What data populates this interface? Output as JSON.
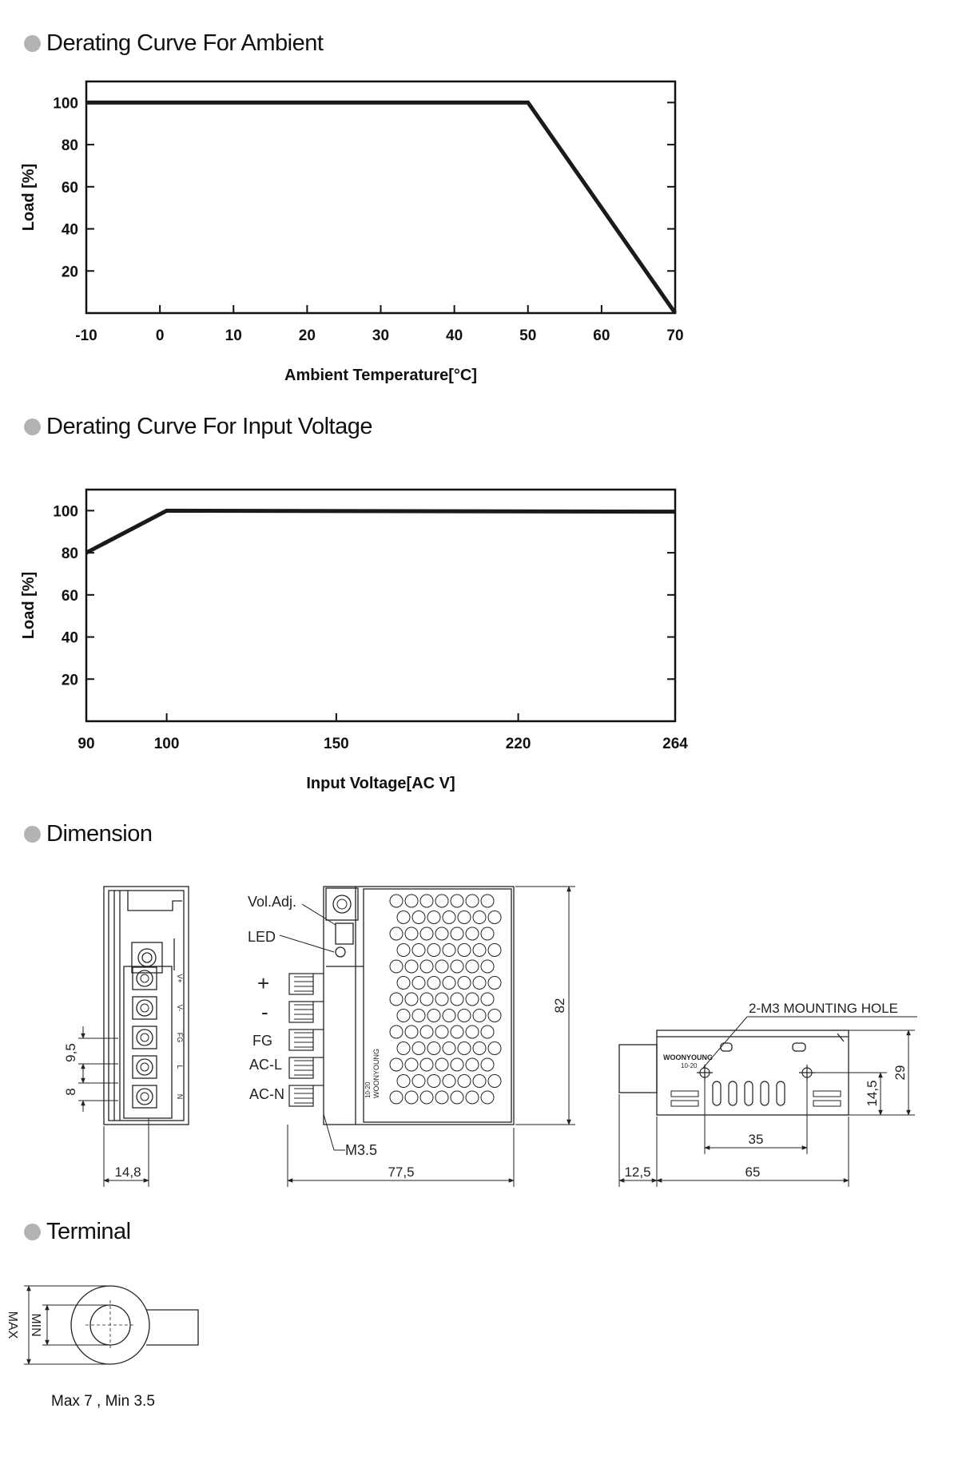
{
  "sections": {
    "ambient_title": "Derating Curve For Ambient",
    "voltage_title": "Derating Curve For Input Voltage",
    "dimension_title": "Dimension",
    "terminal_title": "Terminal"
  },
  "chart_data": [
    {
      "type": "line",
      "title": "Derating Curve For Ambient",
      "xlabel": "Ambient Temperature[°C]",
      "ylabel": "Load [%]",
      "x_ticks": [
        -10,
        0,
        10,
        20,
        30,
        40,
        50,
        60,
        70
      ],
      "x_tick_labels": [
        "-10",
        "0",
        "10",
        "20",
        "30",
        "40",
        "50",
        "60",
        "70"
      ],
      "y_ticks": [
        20,
        40,
        60,
        80,
        100
      ],
      "y_tick_labels": [
        "20",
        "40",
        "60",
        "80",
        "100"
      ],
      "xlim": [
        -10,
        70
      ],
      "ylim": [
        0,
        110
      ],
      "grid": false,
      "x": [
        -10,
        50,
        70
      ],
      "y": [
        100,
        100,
        0
      ]
    },
    {
      "type": "line",
      "title": "Derating Curve For Input Voltage",
      "xlabel": "Input Voltage[AC V]",
      "ylabel": "Load [%]",
      "x_ticks": [
        90,
        100,
        150,
        220,
        264
      ],
      "x_tick_labels": [
        "90",
        "100",
        "150",
        "220",
        "264"
      ],
      "y_ticks": [
        20,
        40,
        60,
        80,
        100
      ],
      "y_tick_labels": [
        "20",
        "40",
        "60",
        "80",
        "100"
      ],
      "x_scale": "categorical-spacing (ticks unevenly spaced)",
      "ylim": [
        0,
        110
      ],
      "grid": false,
      "x": [
        90,
        100,
        264
      ],
      "y": [
        80,
        100,
        99.5
      ]
    }
  ],
  "dimension": {
    "labels": {
      "vol_adj": "Vol.Adj.",
      "led": "LED",
      "plus": "+",
      "minus": "-",
      "fg": "FG",
      "ac_l": "AC-L",
      "ac_n": "AC-N",
      "m35": "M3.5",
      "mounting_hole": "2-M3 MOUNTING HOLE",
      "brand": "WOONYOUNG",
      "model": "10-20"
    },
    "dims": {
      "d95": "9,5",
      "d8": "8",
      "d148": "14,8",
      "d775": "77,5",
      "d82": "82",
      "d125": "12,5",
      "d65": "65",
      "d35": "35",
      "d145": "14,5",
      "d29": "29"
    },
    "terminal_marks": [
      "V+",
      "V-",
      "FG",
      "L",
      "N"
    ]
  },
  "terminal": {
    "max_label": "MAX",
    "min_label": "MIN",
    "note": "Max 7 , Min 3.5"
  }
}
